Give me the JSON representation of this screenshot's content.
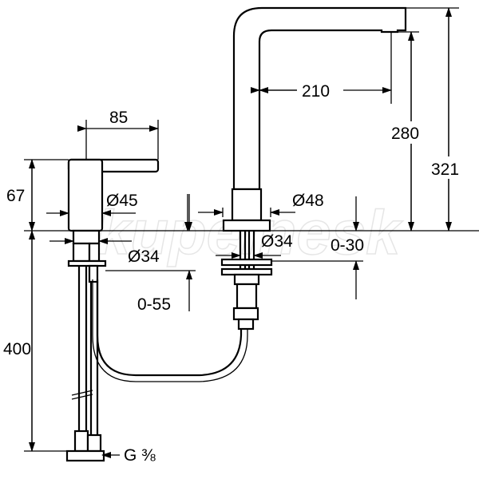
{
  "drawing": {
    "watermark": "kupelnesk",
    "dimensions": {
      "lever_reach": "85",
      "lever_height": "67",
      "mixer_diameter": "Ø45",
      "mixer_shank_diameter": "Ø34",
      "mixer_counter_thickness": "0-55",
      "hose_length": "400",
      "connection_thread": "G ⅜",
      "spout_base_diameter": "Ø48",
      "spout_reach": "210",
      "spout_outlet_height": "280",
      "spout_total_height": "321",
      "spout_shank_diameter": "Ø34",
      "spout_counter_thickness": "0-30"
    }
  }
}
